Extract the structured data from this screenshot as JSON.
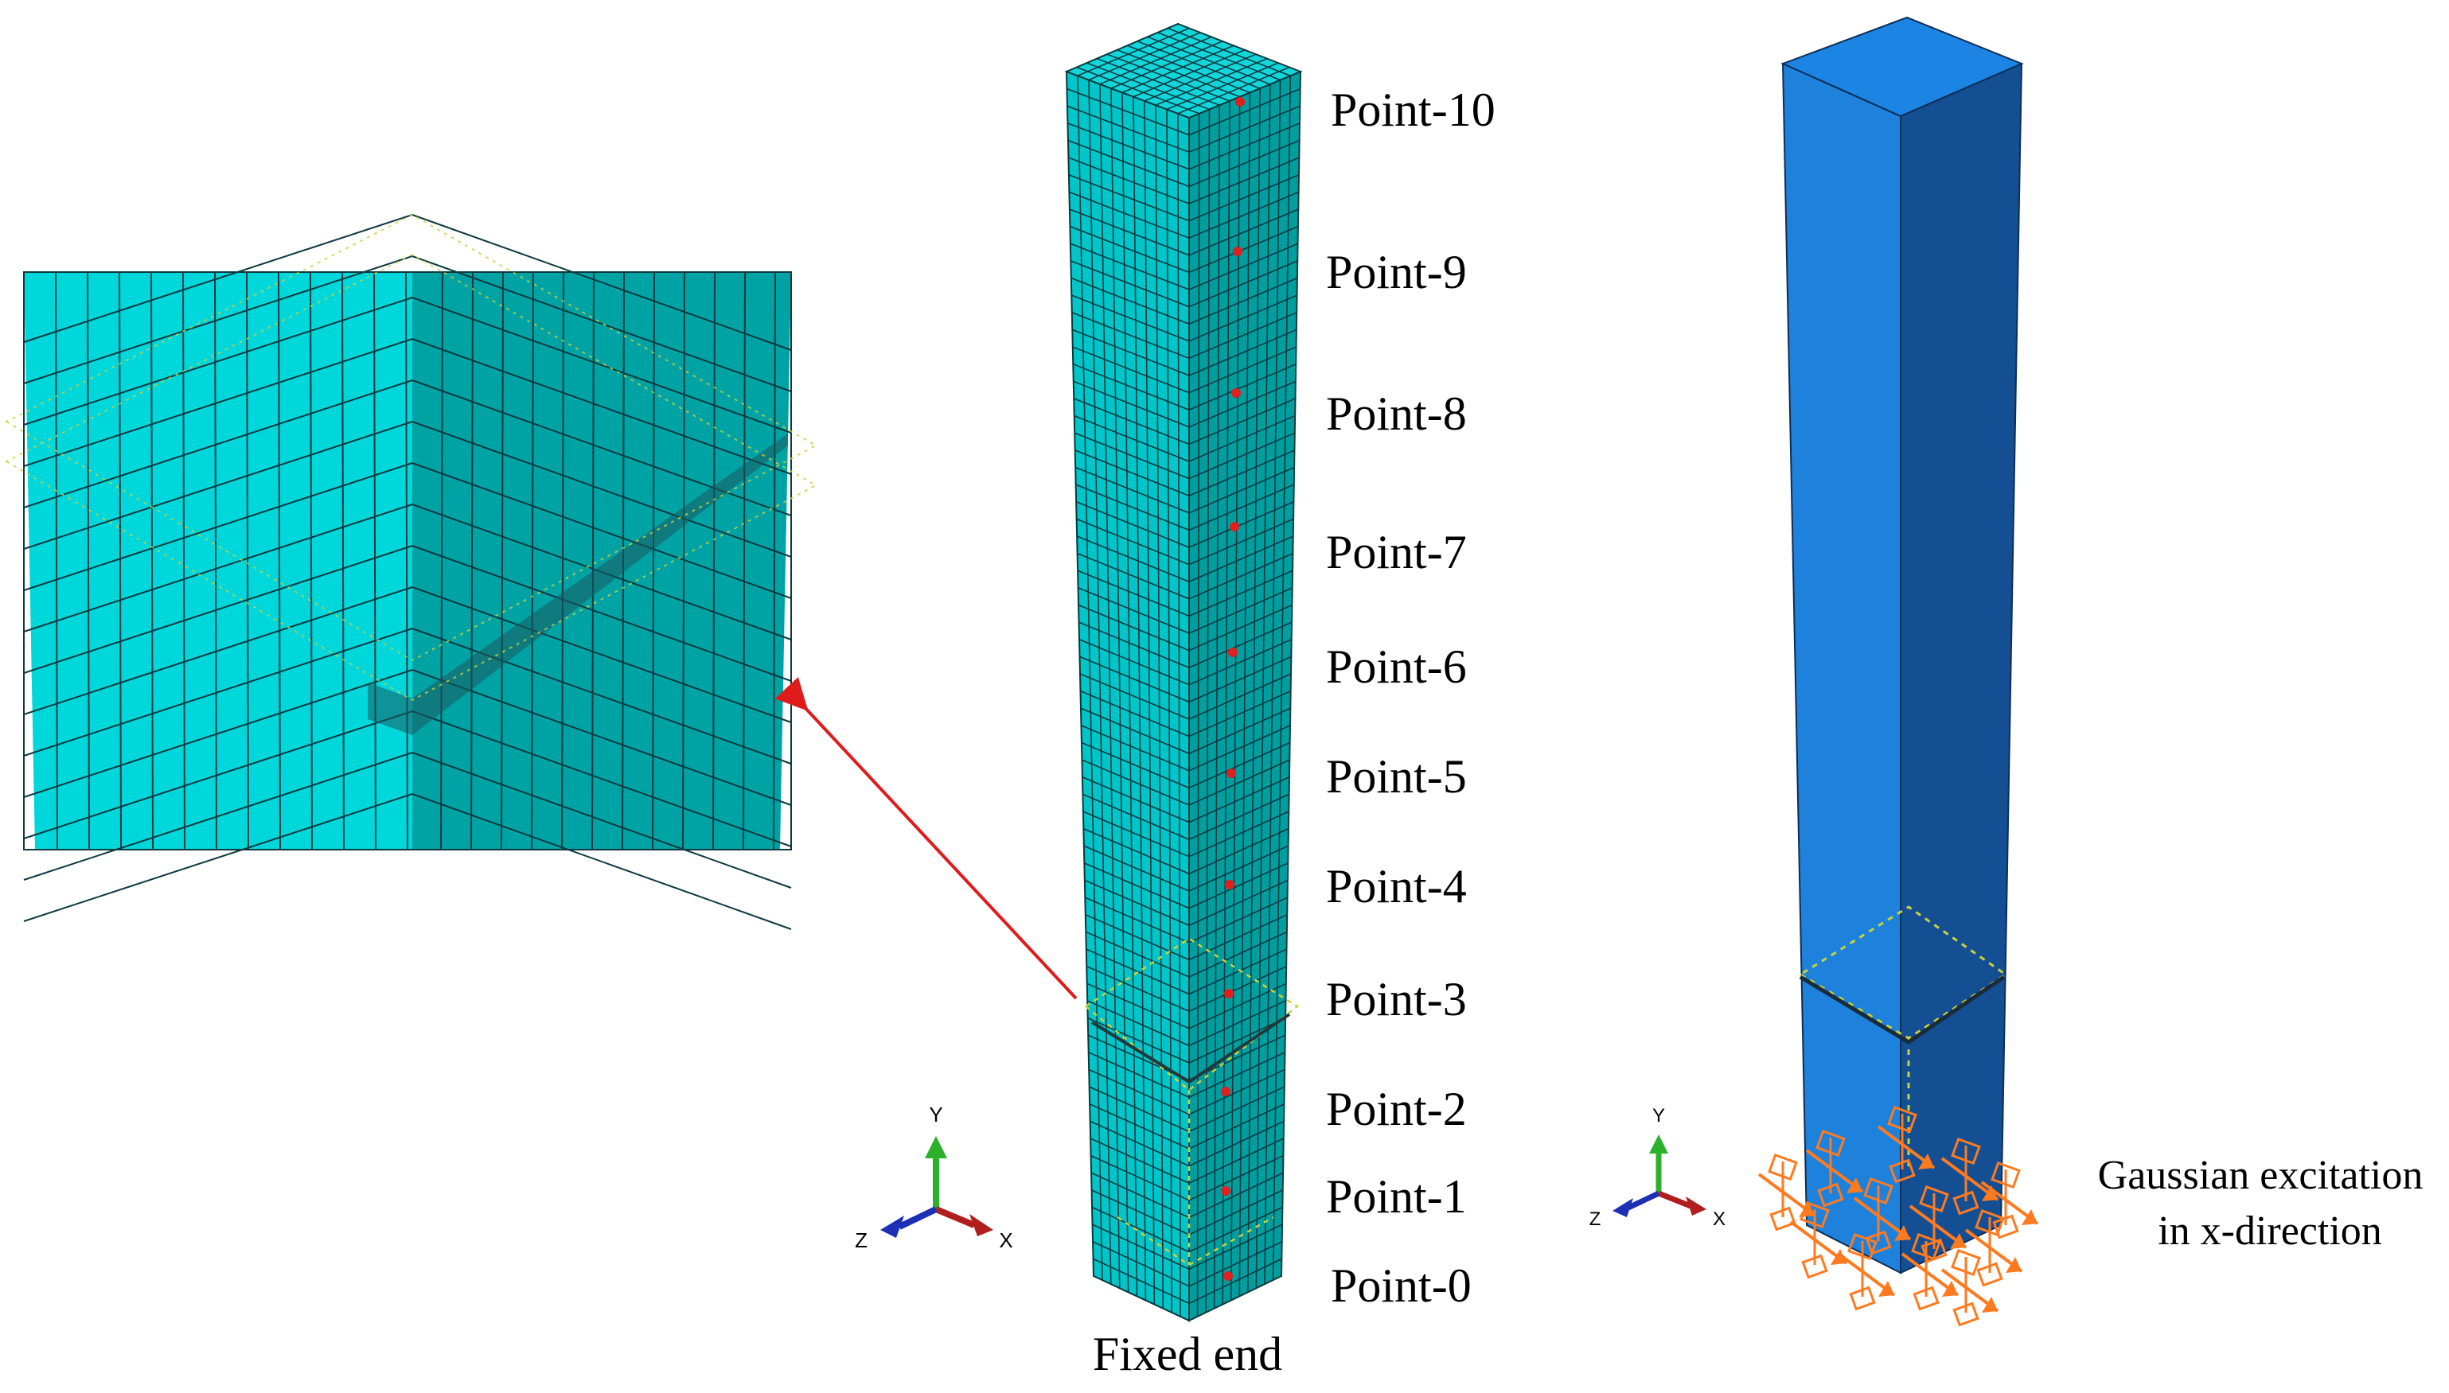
{
  "points": [
    {
      "id": "point-0",
      "label": "Point-0"
    },
    {
      "id": "point-1",
      "label": "Point-1"
    },
    {
      "id": "point-2",
      "label": "Point-2"
    },
    {
      "id": "point-3",
      "label": "Point-3"
    },
    {
      "id": "point-4",
      "label": "Point-4"
    },
    {
      "id": "point-5",
      "label": "Point-5"
    },
    {
      "id": "point-6",
      "label": "Point-6"
    },
    {
      "id": "point-7",
      "label": "Point-7"
    },
    {
      "id": "point-8",
      "label": "Point-8"
    },
    {
      "id": "point-9",
      "label": "Point-9"
    },
    {
      "id": "point-10",
      "label": "Point-10"
    }
  ],
  "labels": {
    "fixed_end": "Fixed end",
    "excitation_line1": "Gaussian excitation",
    "excitation_line2": "in x-direction"
  },
  "triad": {
    "x": "X",
    "y": "Y",
    "z": "Z"
  },
  "colors": {
    "mesh_fill": "#00C5C9",
    "mesh_side": "#009E9F",
    "mesh_top": "#12D6DA",
    "solid_front": "#1E82DC",
    "solid_side": "#144F94",
    "solid_top": "#1C84E2",
    "crack_marker": "#C8D23C",
    "load_arrow": "#FF7A1E",
    "probe_point": "#E0201E",
    "callout_arrow": "#E01B1B",
    "axis_x": "#B11E1E",
    "axis_y": "#2BB12B",
    "axis_z": "#1C2FB5"
  }
}
